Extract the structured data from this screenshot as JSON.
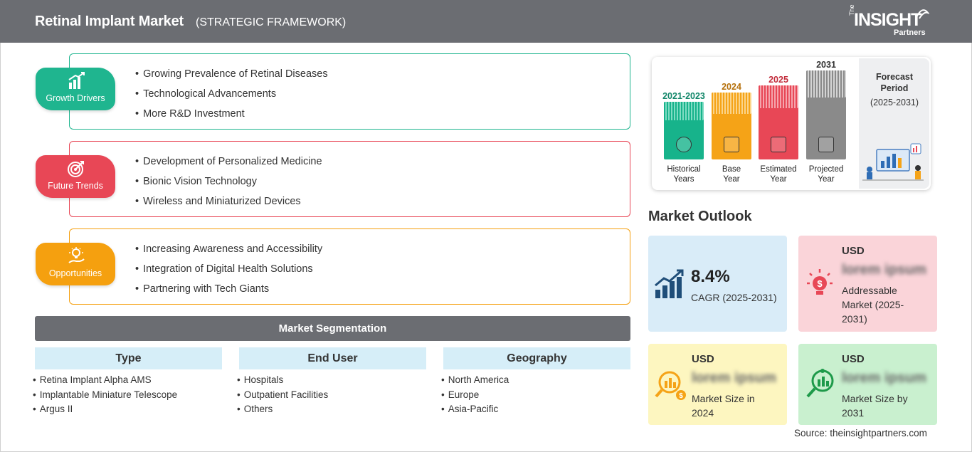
{
  "header": {
    "title": "Retinal Implant Market",
    "subtitle": "(STRATEGIC FRAMEWORK)",
    "logo": {
      "the": "The",
      "insight": "INSIGHT",
      "partners": "Partners"
    }
  },
  "framework": [
    {
      "label": "Growth Drivers",
      "color": "#1fb58f",
      "icon": "bar-chart-icon",
      "items": [
        "Growing Prevalence of Retinal Diseases",
        "Technological Advancements",
        "More R&D Investment"
      ]
    },
    {
      "label": "Future Trends",
      "color": "#e84756",
      "icon": "target-icon",
      "items": [
        "Development of Personalized Medicine",
        "Bionic Vision Technology",
        "Wireless and Miniaturized Devices"
      ]
    },
    {
      "label": "Opportunities",
      "color": "#f5a00f",
      "icon": "lightbulb-hand-icon",
      "items": [
        "Increasing Awareness and Accessibility",
        "Integration of Digital Health Solutions",
        "Partnering with Tech Giants"
      ]
    }
  ],
  "segmentation": {
    "title": "Market Segmentation",
    "columns": [
      {
        "head": "Type",
        "items": [
          "Retina Implant Alpha AMS",
          "Implantable Miniature Telescope",
          "Argus II"
        ]
      },
      {
        "head": "End User",
        "items": [
          "Hospitals",
          "Outpatient Facilities",
          "Others"
        ]
      },
      {
        "head": "Geography",
        "items": [
          "North America",
          "Europe",
          "Asia-Pacific"
        ]
      }
    ]
  },
  "timeline": {
    "columns": [
      {
        "year": "2021-2023",
        "label_1": "Historical",
        "label_2": "Years",
        "color": "#17b38b",
        "year_color": "#13876a",
        "icon": "history-icon"
      },
      {
        "year": "2024",
        "label_1": "Base",
        "label_2": "Year",
        "color": "#f5a317",
        "year_color": "#b5700b",
        "icon": "calendar-icon"
      },
      {
        "year": "2025",
        "label_1": "Estimated",
        "label_2": "Year",
        "color": "#e84756",
        "year_color": "#c22c3b",
        "icon": "gear-chart-icon"
      },
      {
        "year": "2031",
        "label_1": "Projected",
        "label_2": "Year",
        "color": "#8a8a8a",
        "year_color": "#333333",
        "icon": "presentation-icon"
      }
    ],
    "forecast_label": "Forecast Period",
    "forecast_range": "(2025-2031)"
  },
  "outlook": {
    "title": "Market Outlook",
    "cagr_value": "8.4%",
    "cagr_label": "CAGR (2025-2031)",
    "addressable": {
      "usd": "USD",
      "value": "lorem ipsum",
      "desc_1": "Addressable",
      "desc_2": "Market (2025-",
      "desc_3": "2031)"
    },
    "size_2024": {
      "usd": "USD",
      "value": "lorem ipsum",
      "desc_1": "Market Size in",
      "desc_2": "2024"
    },
    "size_2031": {
      "usd": "USD",
      "value": "lorem ipsum",
      "desc_1": "Market Size by",
      "desc_2": "2031"
    },
    "colors": {
      "cagr": "#d9ecf8",
      "addressable": "#fad4d9",
      "size_2024": "#fdf6c0",
      "size_2031": "#c9f0cf"
    }
  },
  "source": "Source: theinsightpartners.com"
}
